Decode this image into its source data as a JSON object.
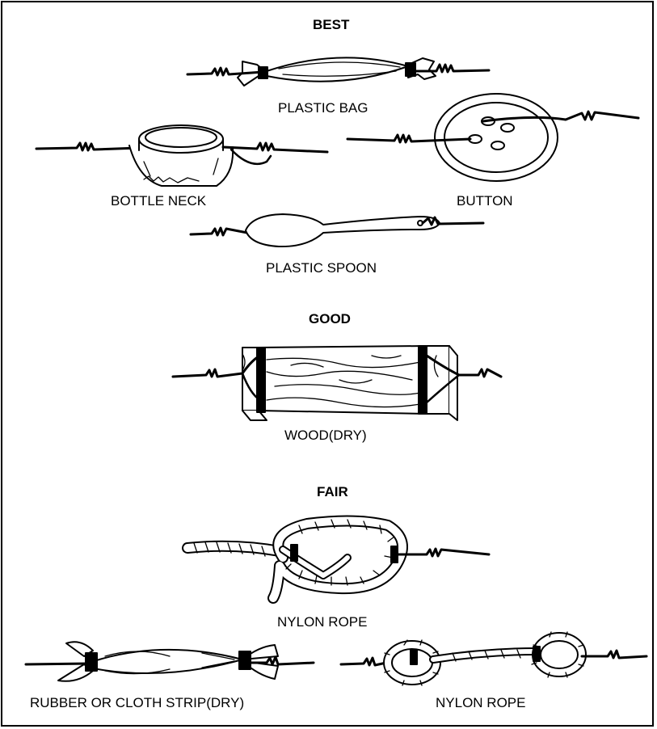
{
  "headings": {
    "best": "BEST",
    "good": "GOOD",
    "fair": "FAIR"
  },
  "items": {
    "plastic_bag": "PLASTIC BAG",
    "bottle_neck": "BOTTLE NECK",
    "button": "BUTTON",
    "plastic_spoon": "PLASTIC SPOON",
    "wood_dry": "WOOD(DRY)",
    "nylon_rope_loop": "NYLON ROPE",
    "rubber_cloth_strip": "RUBBER OR CLOTH STRIP(DRY)",
    "nylon_rope_links": "NYLON ROPE"
  },
  "colors": {
    "ink": "#000000",
    "paper": "#ffffff"
  }
}
